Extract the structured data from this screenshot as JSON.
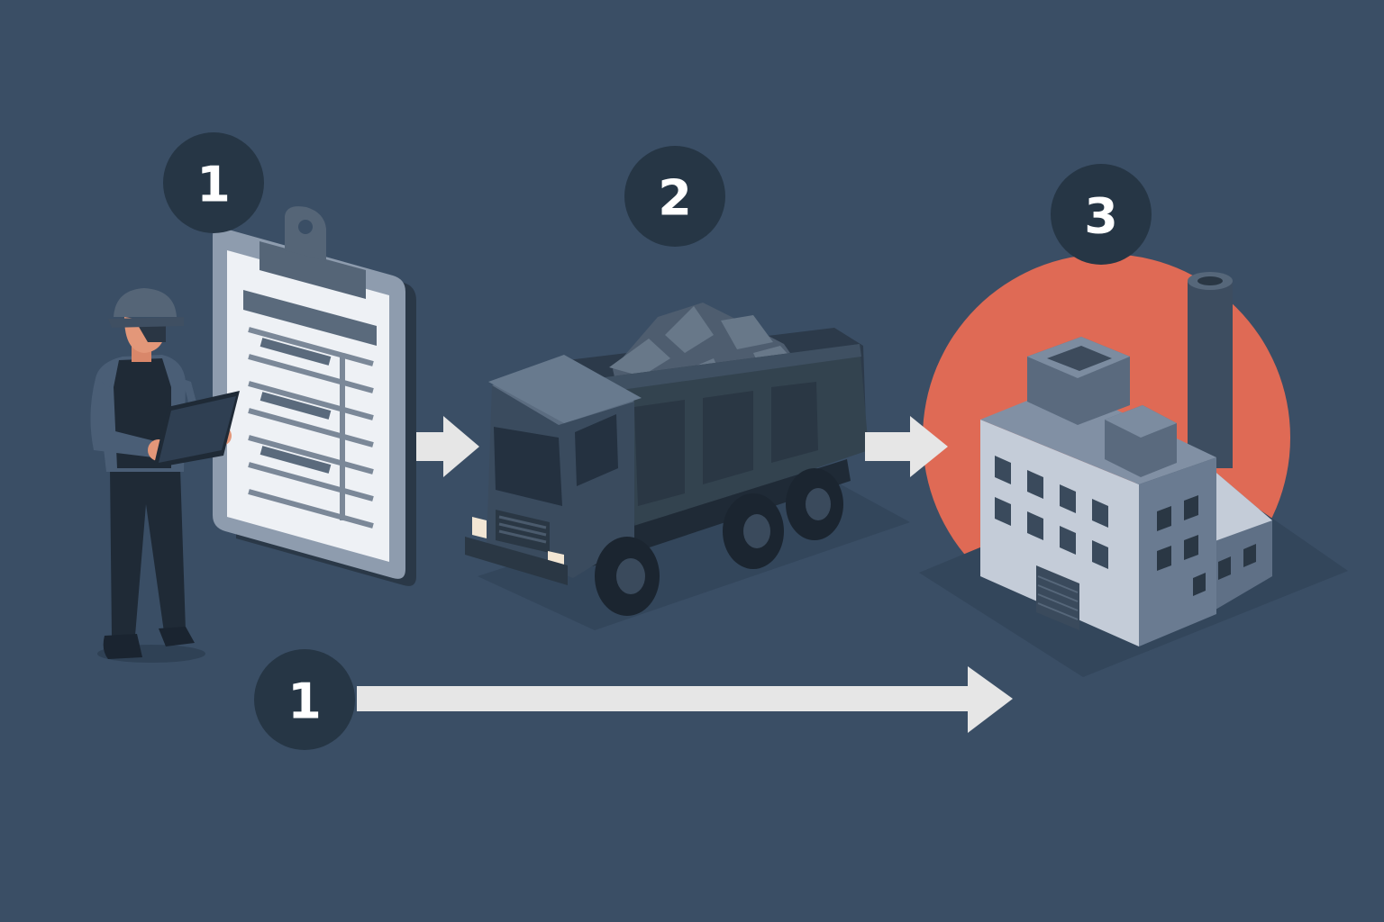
{
  "steps": [
    {
      "number": "1",
      "icon": "clipboard-icon"
    },
    {
      "number": "2",
      "icon": "dump-truck-icon"
    },
    {
      "number": "3",
      "icon": "factory-icon"
    }
  ],
  "timeline": {
    "number": "1",
    "icon": "long-arrow-right-icon"
  },
  "colors": {
    "background": "#3a4e65",
    "badge": "#263645",
    "accent": "#df6a55",
    "arrow": "#e6e6e6"
  }
}
